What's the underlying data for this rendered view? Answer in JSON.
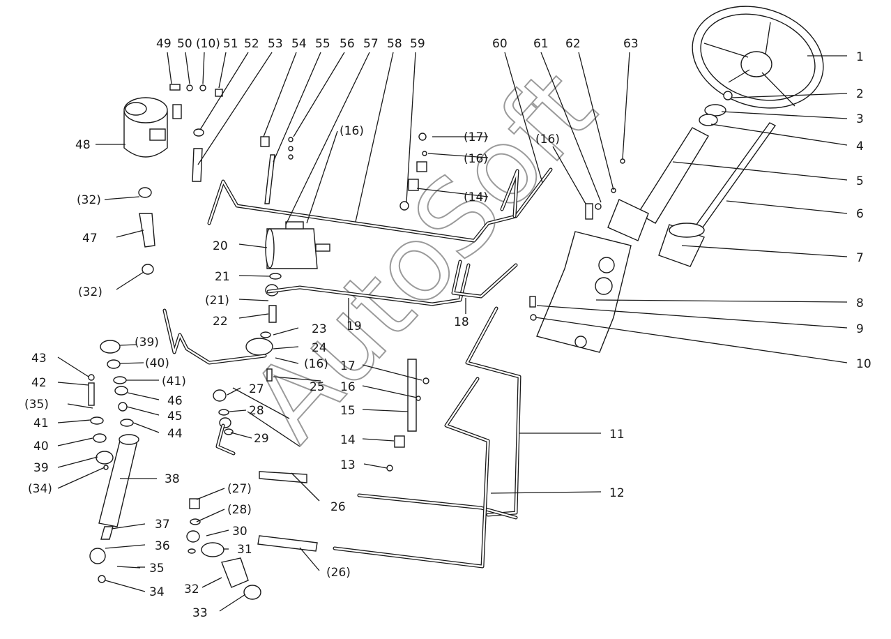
{
  "watermark": "AutoSoft",
  "labels_right": [
    "1",
    "2",
    "3",
    "4",
    "5",
    "6",
    "7",
    "8",
    "9",
    "10",
    "11",
    "12"
  ],
  "labels_top": [
    "49",
    "50",
    "(10)",
    "51",
    "52",
    "53",
    "54",
    "55",
    "56",
    "57",
    "58",
    "59",
    "60",
    "61",
    "62",
    "63"
  ],
  "labels_misc": {
    "l13": "13",
    "l14": "14",
    "l14b": "(14)",
    "l15": "15",
    "l16": "16",
    "l16a": "(16)",
    "l16b": "(16)",
    "l16c": "(16)",
    "l16d": "(16)",
    "l17": "17",
    "l17b": "(17)",
    "l18": "18",
    "l19": "19",
    "l20": "20",
    "l21": "21",
    "l21b": "(21)",
    "l22": "22",
    "l23": "23",
    "l24": "24",
    "l25": "25",
    "l26": "26",
    "l26b": "(26)",
    "l27": "27",
    "l27b": "(27)",
    "l28": "28",
    "l28b": "(28)",
    "l29": "29",
    "l30": "30",
    "l31": "31",
    "l32": "32",
    "l32a": "(32)",
    "l32b": "(32)",
    "l33": "33",
    "l34": "34",
    "l34b": "(34)",
    "l35": "35",
    "l35b": "(35)",
    "l36": "36",
    "l37": "37",
    "l38": "38",
    "l39": "39",
    "l39b": "(39)",
    "l40": "40",
    "l40b": "(40)",
    "l41": "41",
    "l41b": "(41)",
    "l42": "42",
    "l43": "43",
    "l44": "44",
    "l45": "45",
    "l46": "46",
    "l47": "47",
    "l48": "48"
  }
}
